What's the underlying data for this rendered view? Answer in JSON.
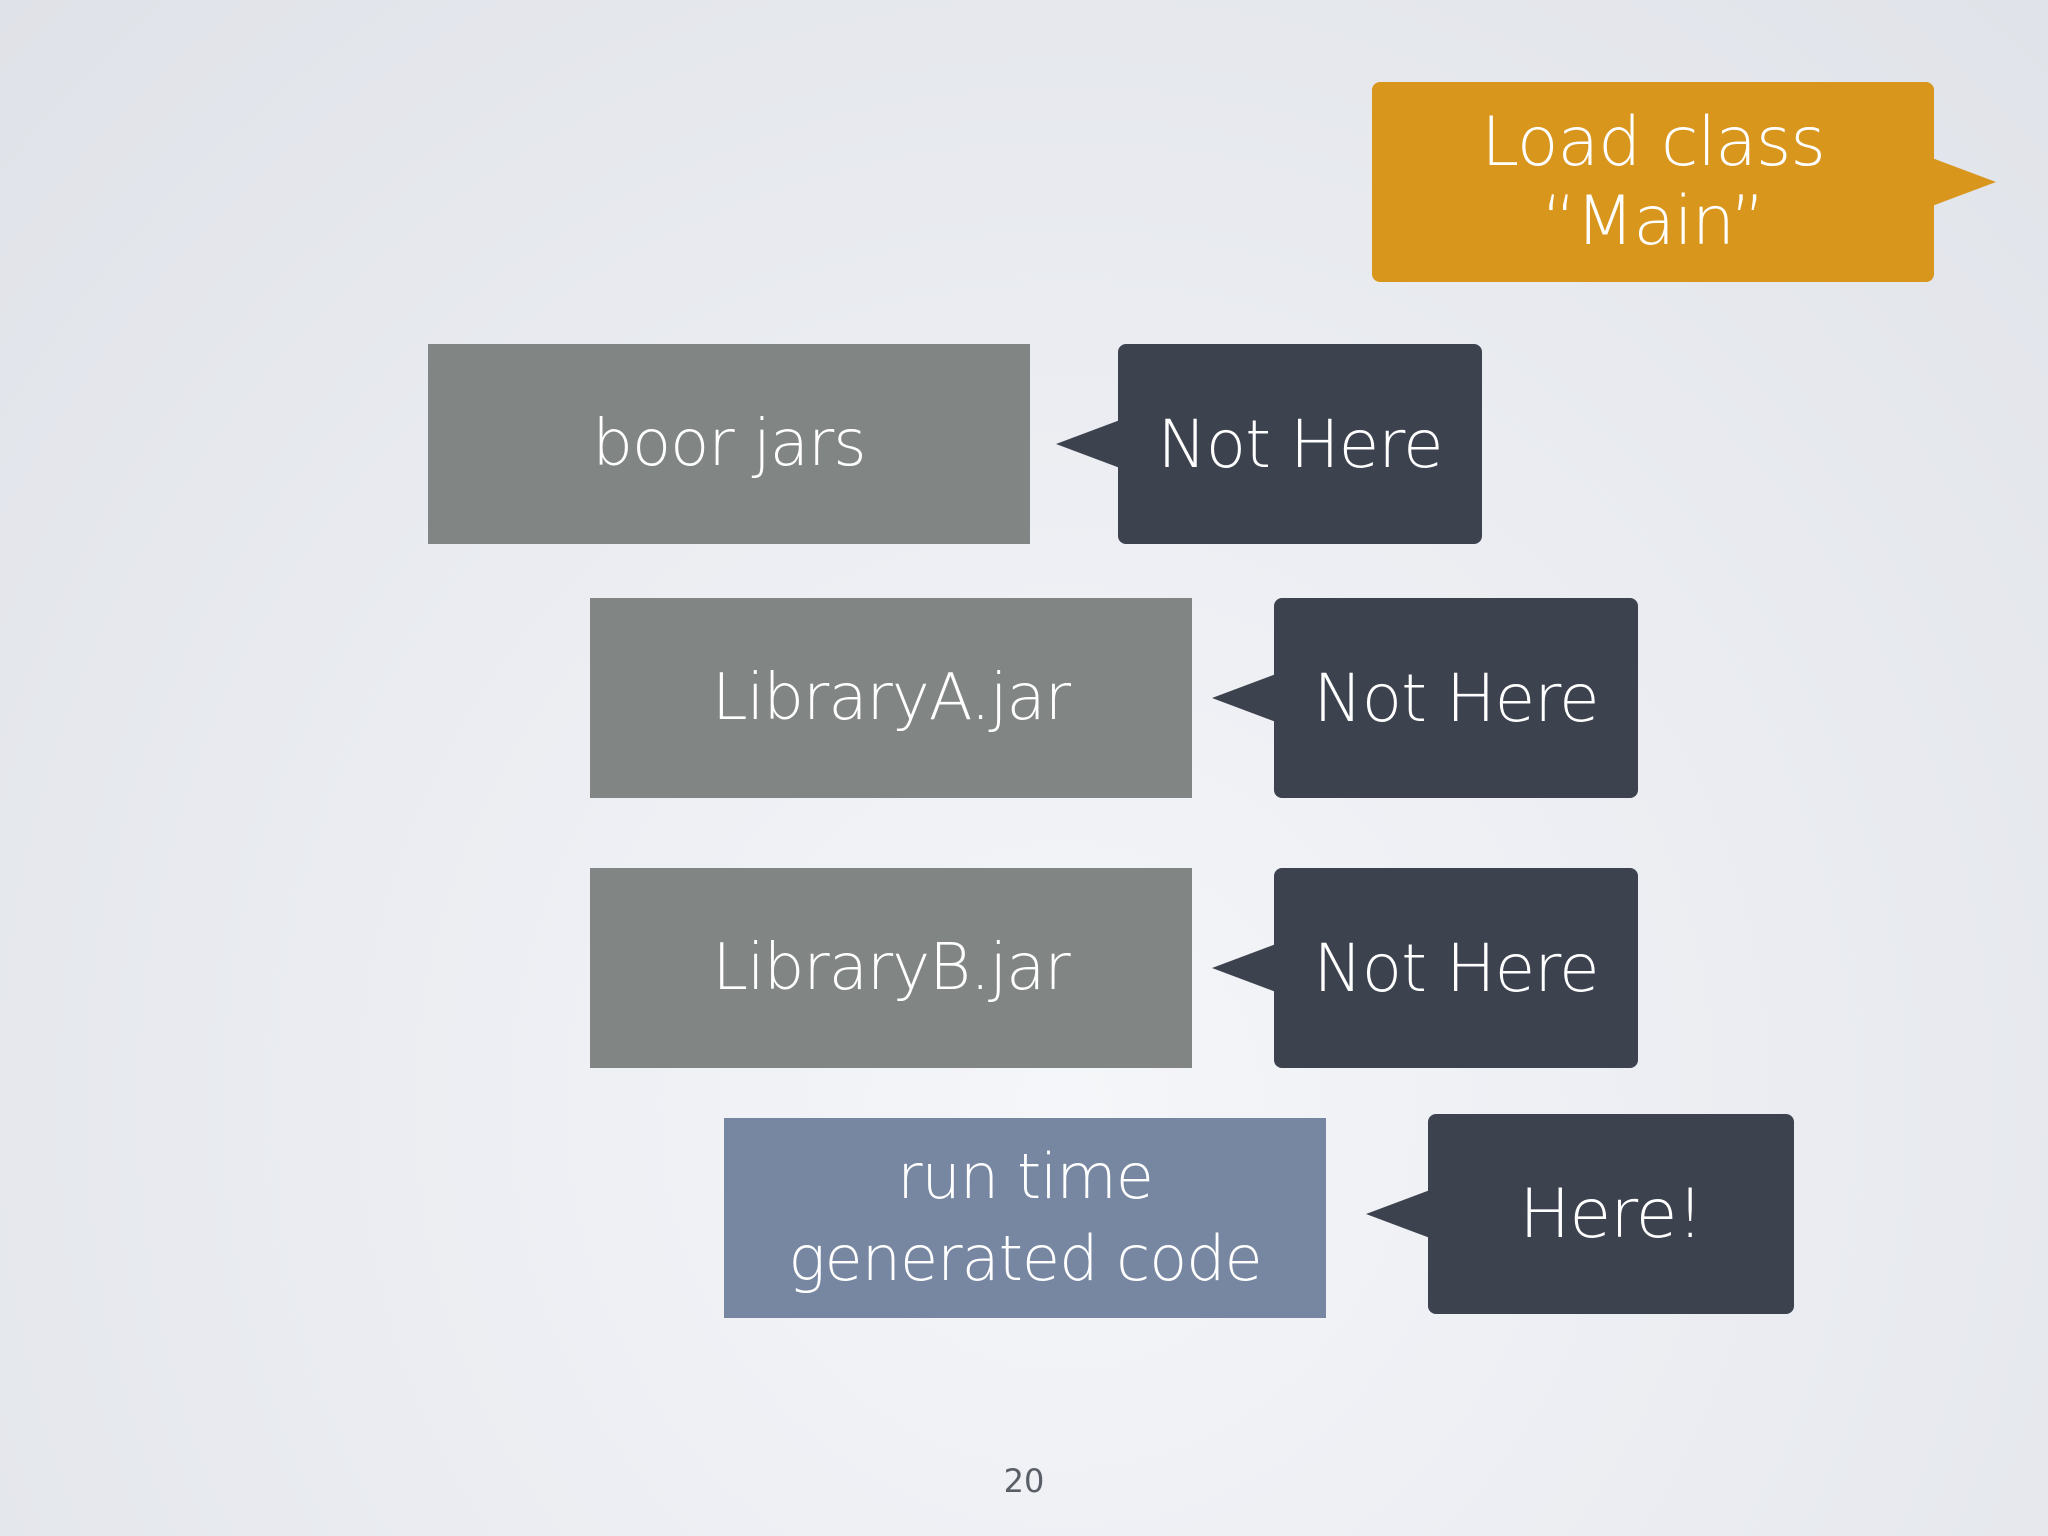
{
  "slide": {
    "load_bubble": "Load class “Main”",
    "rows": [
      {
        "jar": "boor jars",
        "result": "Not Here"
      },
      {
        "jar": "LibraryA.jar",
        "result": "Not Here"
      },
      {
        "jar": "LibraryB.jar",
        "result": "Not Here"
      },
      {
        "jar_line1": "run time",
        "jar_line2": "generated code",
        "result": "Here!"
      }
    ],
    "page_number": "20"
  },
  "colors": {
    "load_bubble": "#d8961d",
    "jar_box": "#818684",
    "runtime_box": "#7787a2",
    "result_bubble": "#3d424f"
  }
}
